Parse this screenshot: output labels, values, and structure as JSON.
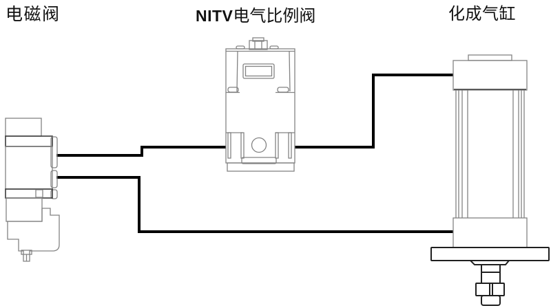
{
  "colors": {
    "bg": "#ffffff",
    "text": "#111111",
    "outline": "#828282",
    "outline-dark": "#3a3a3a",
    "detail": "#1f1f1f",
    "wire": "#000000"
  },
  "labels": {
    "solenoid_valve": "电磁阀",
    "proportional_valve_prefix": "NITV",
    "proportional_valve_suffix": "电气比例阀",
    "cylinder": "化成气缸"
  },
  "diagram": {
    "type": "pneumatic-schematic",
    "components": [
      {
        "id": "solenoid-valve",
        "label": "电磁阀",
        "position": "left"
      },
      {
        "id": "proportional-valve",
        "label": "NITV电气比例阀",
        "position": "center"
      },
      {
        "id": "formation-cylinder",
        "label": "化成气缸",
        "position": "right"
      }
    ],
    "connections": [
      {
        "from": "solenoid-valve",
        "to": "proportional-valve",
        "side": "valve-left-port"
      },
      {
        "from": "solenoid-valve",
        "to": "formation-cylinder",
        "side": "cylinder-bottom-port"
      },
      {
        "from": "proportional-valve",
        "to": "formation-cylinder",
        "side": "cylinder-top-port"
      }
    ]
  }
}
